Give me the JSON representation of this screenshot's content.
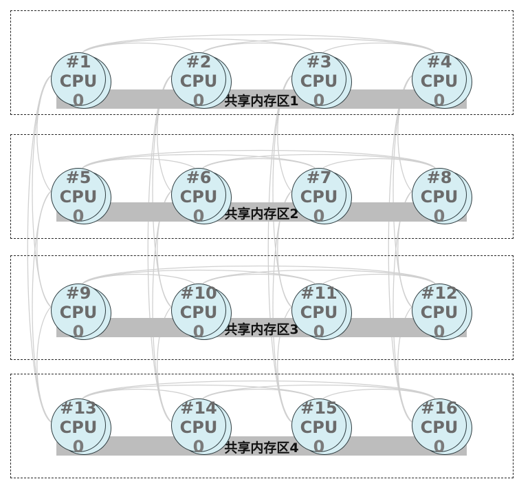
{
  "regions": [
    {
      "label": "共享内存区1"
    },
    {
      "label": "共享内存区2"
    },
    {
      "label": "共享内存区3"
    },
    {
      "label": "共享内存区4"
    }
  ],
  "nodes": [
    {
      "id": "#1",
      "type": "CPU",
      "index": "0"
    },
    {
      "id": "#2",
      "type": "CPU",
      "index": "0"
    },
    {
      "id": "#3",
      "type": "CPU",
      "index": "0"
    },
    {
      "id": "#4",
      "type": "CPU",
      "index": "0"
    },
    {
      "id": "#5",
      "type": "CPU",
      "index": "0"
    },
    {
      "id": "#6",
      "type": "CPU",
      "index": "0"
    },
    {
      "id": "#7",
      "type": "CPU",
      "index": "0"
    },
    {
      "id": "#8",
      "type": "CPU",
      "index": "0"
    },
    {
      "id": "#9",
      "type": "CPU",
      "index": "0"
    },
    {
      "id": "#10",
      "type": "CPU",
      "index": "0"
    },
    {
      "id": "#11",
      "type": "CPU",
      "index": "0"
    },
    {
      "id": "#12",
      "type": "CPU",
      "index": "0"
    },
    {
      "id": "#13",
      "type": "CPU",
      "index": "0"
    },
    {
      "id": "#14",
      "type": "CPU",
      "index": "0"
    },
    {
      "id": "#15",
      "type": "CPU",
      "index": "0"
    },
    {
      "id": "#16",
      "type": "CPU",
      "index": "0"
    }
  ],
  "colors": {
    "node_fill": "#d6eef3",
    "memory_bar": "#bdbdbd",
    "link": "#d0d0d0",
    "region_border": "#222222"
  }
}
